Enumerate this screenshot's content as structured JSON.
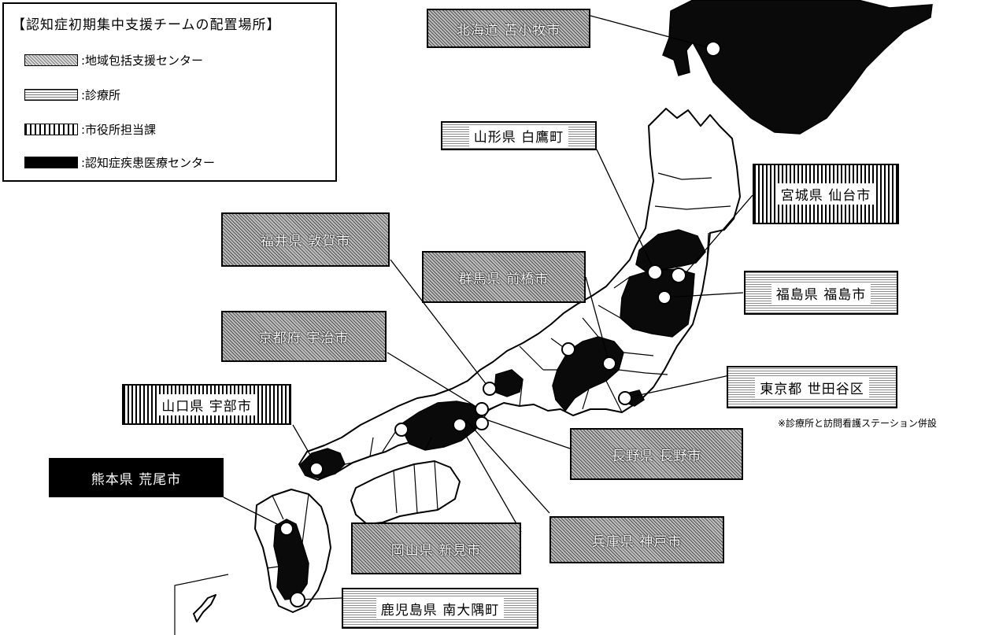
{
  "legend": {
    "title": "【認知症初期集中支援チームの配置場所】",
    "items": [
      {
        "pattern": "chiiki",
        "label": ":地域包括支援センター"
      },
      {
        "pattern": "clinic",
        "label": ":診療所"
      },
      {
        "pattern": "city",
        "label": ":市役所担当課"
      },
      {
        "pattern": "center",
        "label": ":認知症疾患医療センター"
      }
    ]
  },
  "sites": [
    {
      "label": "北海道 苫小牧市",
      "type": "chiiki"
    },
    {
      "label": "山形県 白鷹町",
      "type": "clinic"
    },
    {
      "label": "宮城県 仙台市",
      "type": "city"
    },
    {
      "label": "福井県 敦賀市",
      "type": "chiiki"
    },
    {
      "label": "群馬県 前橋市",
      "type": "chiiki"
    },
    {
      "label": "福島県 福島市",
      "type": "clinic"
    },
    {
      "label": "京都府 宇治市",
      "type": "chiiki"
    },
    {
      "label": "東京都 世田谷区",
      "type": "clinic"
    },
    {
      "label": "山口県 宇部市",
      "type": "city"
    },
    {
      "label": "熊本県 荒尾市",
      "type": "center"
    },
    {
      "label": "長野県 長野市",
      "type": "chiiki"
    },
    {
      "label": "岡山県 新見市",
      "type": "chiiki"
    },
    {
      "label": "兵庫県 神戸市",
      "type": "chiiki"
    },
    {
      "label": "鹿児島県 南大隅町",
      "type": "clinic"
    }
  ],
  "note": "※診療所と訪問看護ステーション併設",
  "colors": {
    "highlight": "#000000",
    "land": "#ffffff"
  }
}
